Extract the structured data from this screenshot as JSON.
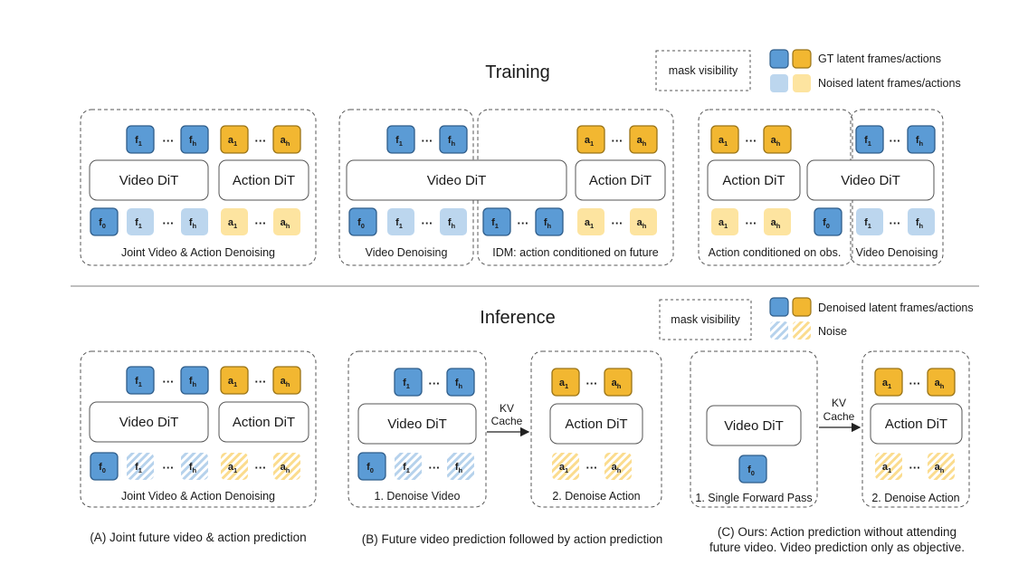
{
  "colors": {
    "gt_video": "#5b9bd5",
    "gt_action": "#f2b731",
    "noised_video": "#bcd6ee",
    "noised_action": "#fde4a0",
    "box_border": "#555555",
    "divider": "#999999"
  },
  "tokens": {
    "f1": {
      "base": "f",
      "sub": "1"
    },
    "fh": {
      "base": "f",
      "sub": "h"
    },
    "f0": {
      "base": "f",
      "sub": "0"
    },
    "a1": {
      "base": "a",
      "sub": "1"
    },
    "ah": {
      "base": "a",
      "sub": "h"
    }
  },
  "dots": "···",
  "training": {
    "title": "Training",
    "legend": {
      "mask_visibility": "mask visibility",
      "gt_label": "GT latent frames/actions",
      "noised_label": "Noised latent frames/actions"
    },
    "panel_a": {
      "video_dit": "Video DiT",
      "action_dit": "Action DiT",
      "caption": "Joint Video & Action Denoising"
    },
    "panel_b": {
      "video_dit": "Video DiT",
      "action_dit": "Action DiT",
      "caption_left": "Video Denoising",
      "caption_right": "IDM: action conditioned on future"
    },
    "panel_c": {
      "action_dit": "Action DiT",
      "video_dit": "Video DiT",
      "caption_left": "Action conditioned on obs.",
      "caption_right": "Video Denoising"
    }
  },
  "inference": {
    "title": "Inference",
    "legend": {
      "mask_visibility": "mask visibility",
      "denoised_label": "Denoised latent frames/actions",
      "noise_label": "Noise"
    },
    "panel_a": {
      "video_dit": "Video DiT",
      "action_dit": "Action DiT",
      "caption": "Joint Video & Action Denoising"
    },
    "panel_b": {
      "video_dit": "Video DiT",
      "action_dit": "Action DiT",
      "kv_line1": "KV",
      "kv_line2": "Cache",
      "caption_left": "1. Denoise Video",
      "caption_right": "2. Denoise Action"
    },
    "panel_c": {
      "video_dit": "Video DiT",
      "action_dit": "Action DiT",
      "kv_line1": "KV",
      "kv_line2": "Cache",
      "caption_left": "1. Single Forward Pass",
      "caption_right": "2. Denoise Action"
    }
  },
  "captions": {
    "a": "(A) Joint future video & action prediction",
    "b": "(B) Future video prediction followed by action prediction",
    "c_line1": "(C) Ours: Action prediction without attending",
    "c_line2": "future video. Video prediction only as objective."
  }
}
